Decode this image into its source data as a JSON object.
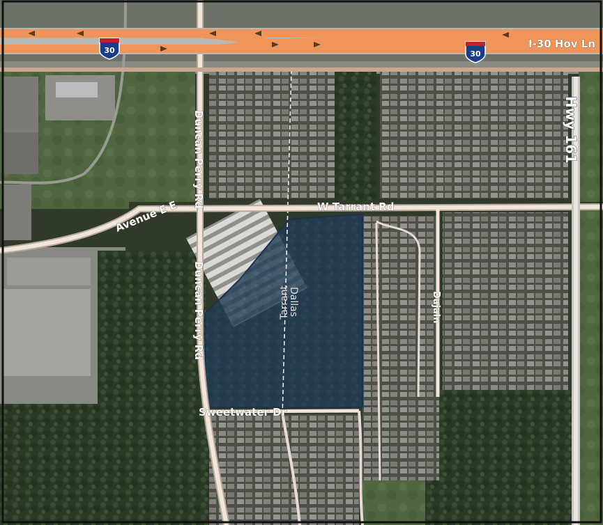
{
  "map": {
    "labels": {
      "interstate_hov": "I-30 Hov Ln",
      "hwy_161": "Hwy 161",
      "w_tarrant_rd": "W Tarrant Rd",
      "avenue_e": "Avenue E E",
      "duncan_perry_north": "Duncan Perry Rd",
      "duncan_perry_south": "Duncan Perry Rd",
      "sweetwater_dr": "Sweetwater Dr",
      "dajaln": "Dajaln",
      "county_tarrant": "Tarrant",
      "county_dallas": "Dallas"
    },
    "shields": [
      {
        "id": "shield-west",
        "number": "30"
      },
      {
        "id": "shield-east",
        "number": "30"
      }
    ],
    "colors": {
      "highway_fill": "#f0955a",
      "road_fill": "#f2e6dc",
      "highlight_parcel": "#1c3f7a",
      "aerial_dark": "#2f3a2a"
    }
  }
}
